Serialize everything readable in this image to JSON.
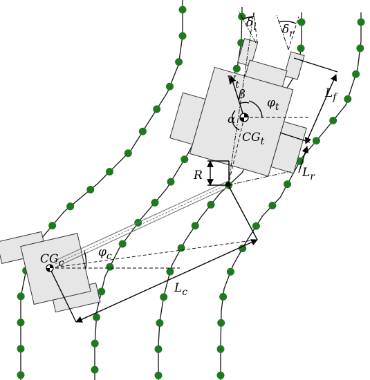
{
  "labels": {
    "delta_l": "δ",
    "delta_l_sub": "l",
    "delta_r": "δ",
    "delta_r_sub": "r",
    "V_t": "V",
    "V_t_sub": "t",
    "beta": "β",
    "phi_t": "φ",
    "phi_t_sub": "t",
    "alpha": "α",
    "CG_t": "CG",
    "CG_t_sub": "t",
    "L_f": "L",
    "L_f_sub": "f",
    "L_r": "L",
    "L_r_sub": "r",
    "R": "R",
    "phi_c": "φ",
    "phi_c_sub": "c",
    "CG_c": "CG",
    "CG_c_sub": "c",
    "L_c": "L",
    "L_c_sub": "c"
  },
  "colors": {
    "plant": "#1e7a1e",
    "body": "#e6e6e6",
    "outline": "#333333"
  }
}
